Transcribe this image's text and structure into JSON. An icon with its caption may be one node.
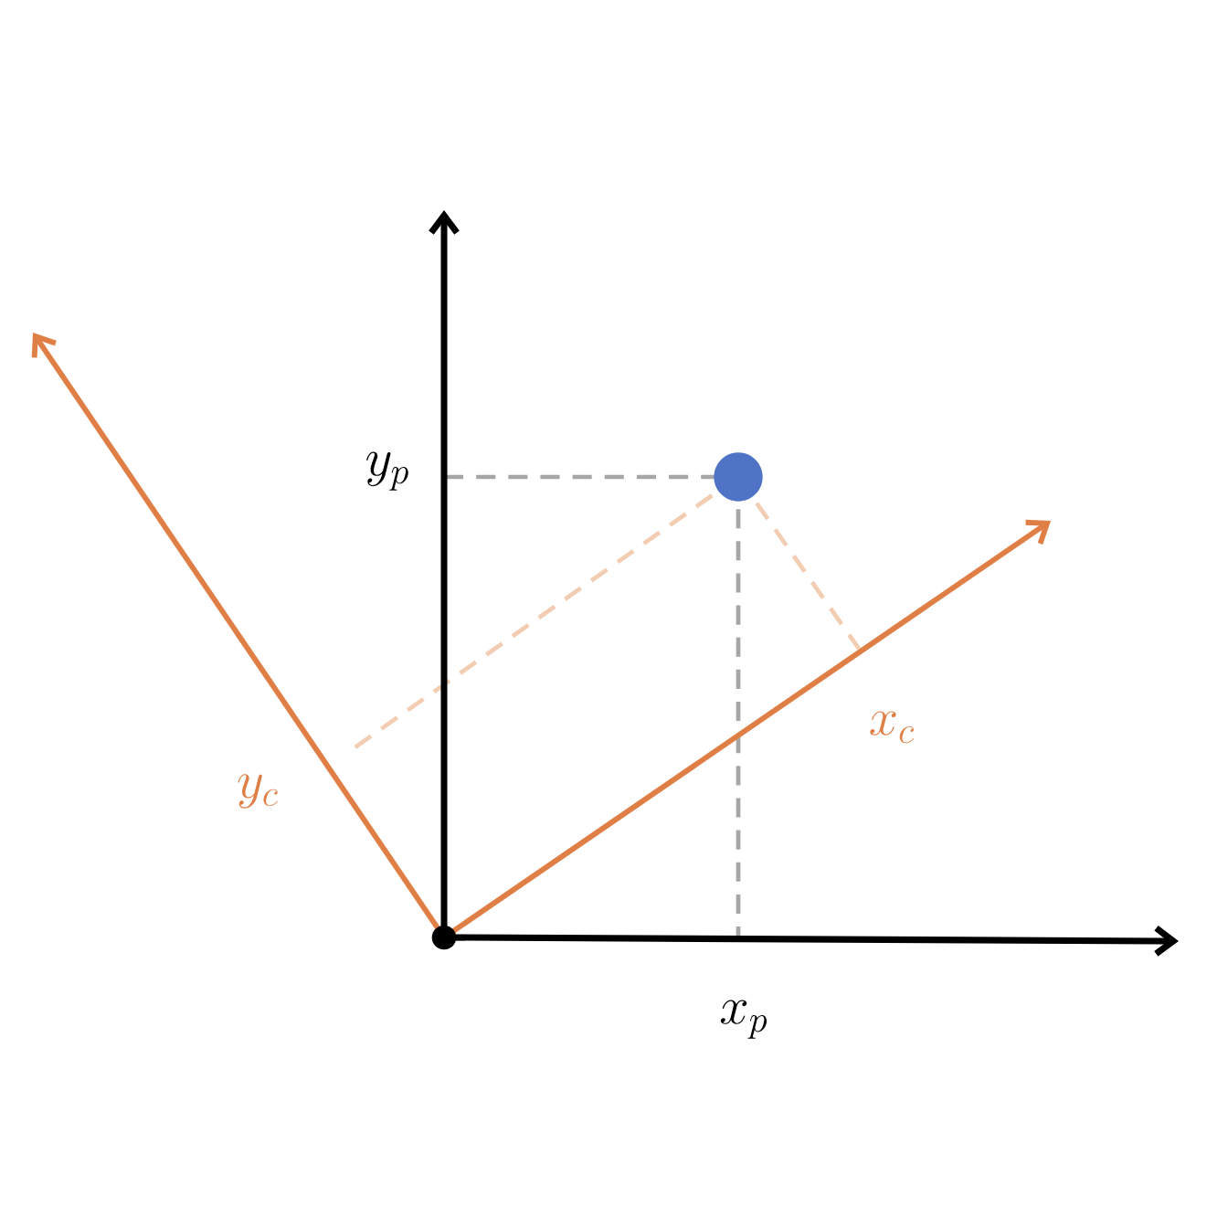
{
  "diagram": {
    "labels": [
      "y_p",
      "x_p",
      "x_c",
      "y_c"
    ]
  }
}
